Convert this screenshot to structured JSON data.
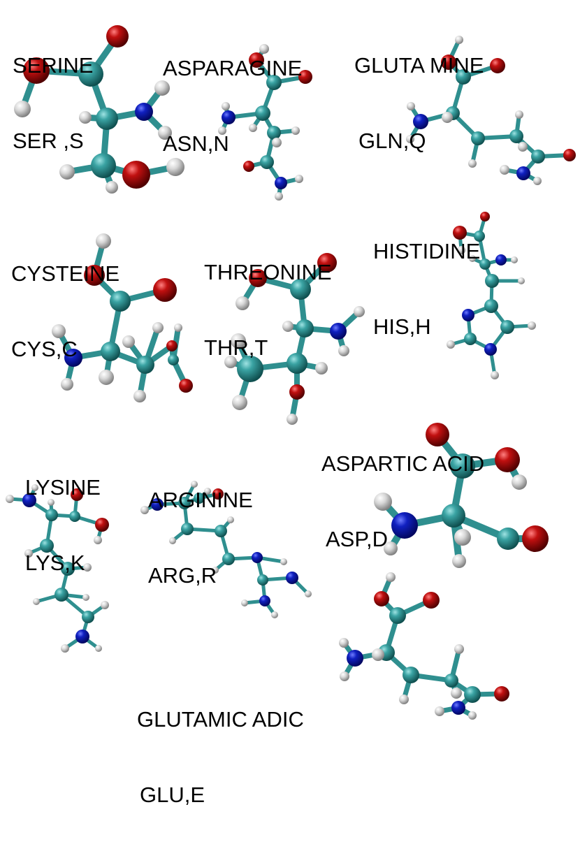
{
  "colors": {
    "carbon": "#2a8b8b",
    "nitrogen": "#0a1aa6",
    "oxygen": "#b40b0b",
    "hydrogen": "#c8c8c8",
    "bond": "#2f8f8f"
  },
  "molecules": [
    {
      "id": "serine",
      "name": "SERINE",
      "code": "SER ,S"
    },
    {
      "id": "asparagine",
      "name": "ASPARAGINE",
      "code": "ASN,N"
    },
    {
      "id": "glutamine",
      "name": "GLUTA MINE",
      "code": "GLN,Q"
    },
    {
      "id": "cysteine",
      "name": "CYSTEINE",
      "code": "CYS,C"
    },
    {
      "id": "threonine",
      "name": "THREONINE",
      "code": "THR,T"
    },
    {
      "id": "histidine",
      "name": "HISTIDINE",
      "code": "HIS,H"
    },
    {
      "id": "lysine",
      "name": "LYSINE",
      "code": "LYS,K"
    },
    {
      "id": "arginine",
      "name": "ARGININE",
      "code": "ARG,R"
    },
    {
      "id": "aspartic-acid",
      "name": "ASPARTIC ACID",
      "code": "ASP,D"
    },
    {
      "id": "glutamic-acid",
      "name": "GLUTAMIC ADIC",
      "code": "GLU,E"
    }
  ]
}
